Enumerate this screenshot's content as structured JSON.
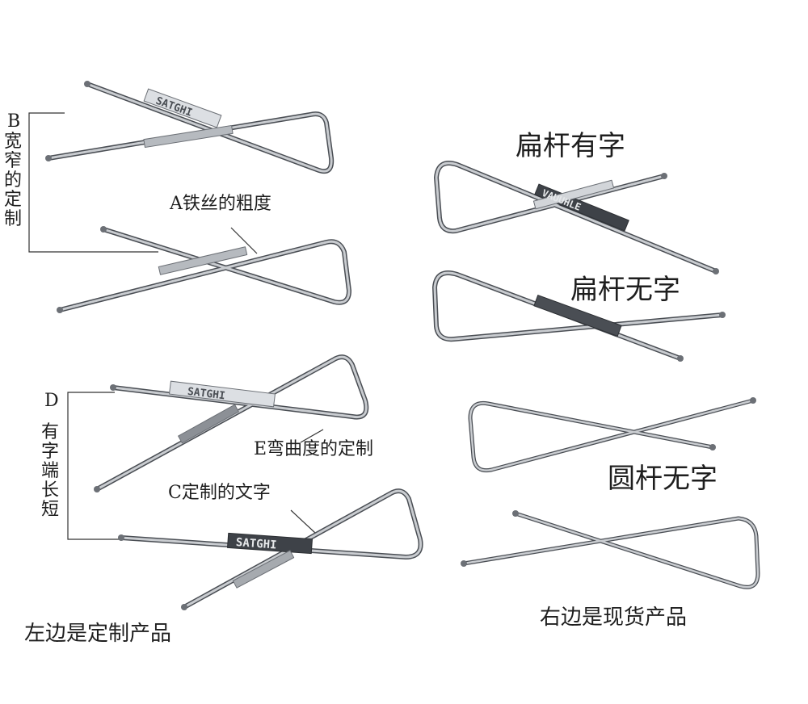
{
  "labels": {
    "a_wire_thickness": "A铁丝的粗度",
    "b_width_custom": "B宽窄的定制",
    "b_letter": "B",
    "b_text": "宽窄的定制",
    "c_custom_text": "C定制的文字",
    "d_letter": "D",
    "d_text": "有字端长短",
    "e_curvature_custom": "E弯曲度的定制",
    "flat_with_text": "扁杆有字",
    "flat_no_text": "扁杆无字",
    "round_no_text": "圆杆无字",
    "left_custom_products": "左边是定制产品",
    "right_stock_products": "右边是现货产品"
  },
  "engravings": {
    "pin1": "SATGHI",
    "pin3": "SATGHI",
    "pin4": "SATGHI",
    "pin5": "VAUUHLE"
  },
  "colors": {
    "background": "#ffffff",
    "wire": "#9a9ea4",
    "wire_dark": "#4a4e54",
    "wire_light": "#eef0f2",
    "leader": "#333333",
    "text": "#1e1e1e"
  }
}
